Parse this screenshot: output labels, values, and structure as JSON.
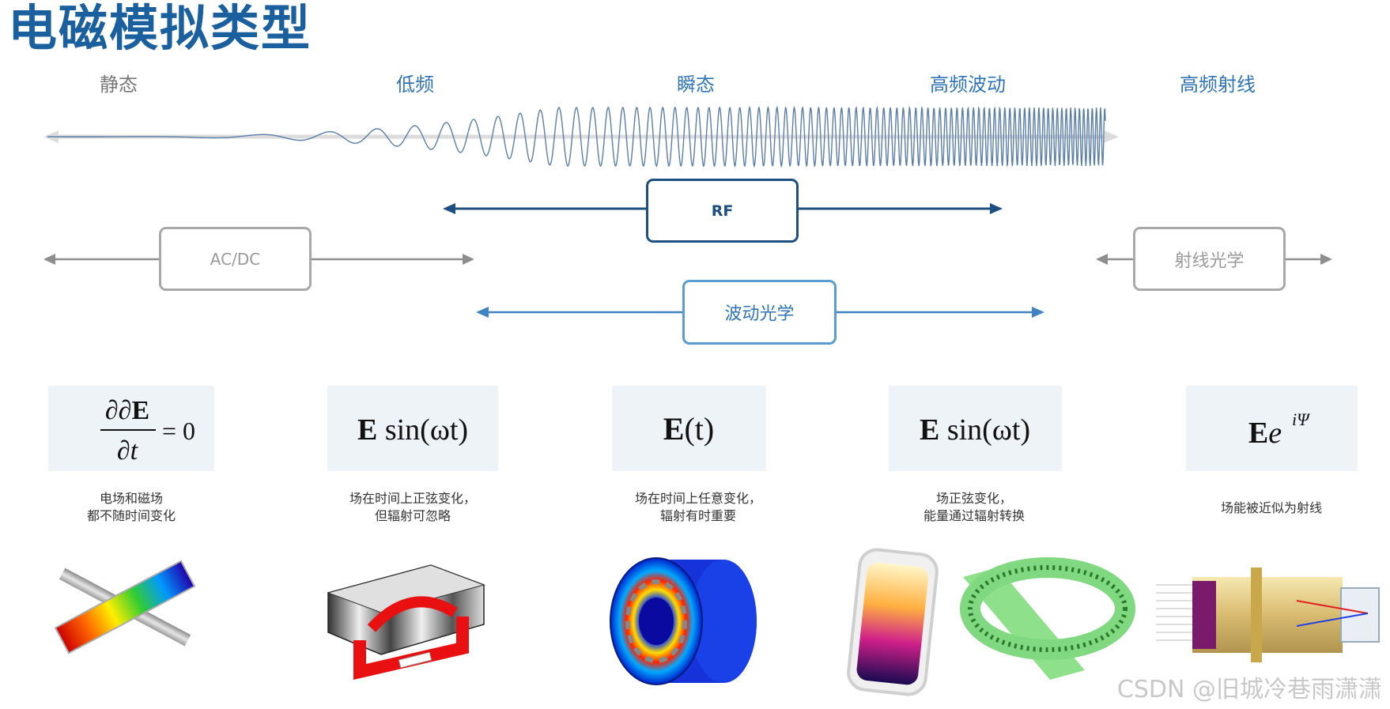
{
  "title": "电磁模拟类型",
  "regimes": [
    {
      "label": "静态",
      "color": "#777777"
    },
    {
      "label": "低频",
      "color": "#2f74b5"
    },
    {
      "label": "瞬态",
      "color": "#2f74b5"
    },
    {
      "label": "高频波动",
      "color": "#2f74b5"
    },
    {
      "label": "高频射线",
      "color": "#2f74b5"
    }
  ],
  "modules": {
    "rf": "RF",
    "acdc": "AC/DC",
    "ray_optics": "射线光学",
    "wave_optics": "波动光学"
  },
  "equations": [
    {
      "num": "∂E",
      "den": "∂t",
      "rhs": "= 0"
    },
    {
      "bold": "E",
      "rest": " sin(ωt)"
    },
    {
      "bold": "E",
      "rest": "(t)"
    },
    {
      "bold": "E",
      "rest": " sin(ωt)"
    },
    {
      "bold": "E",
      "base": "e",
      "sup": "iΨ"
    }
  ],
  "descriptions": [
    [
      "电场和磁场",
      "都不随时间变化"
    ],
    [
      "场在时间上正弦变化，",
      "但辐射可忽略"
    ],
    [
      "场在时间上任意变化，",
      "辐射有时重要"
    ],
    [
      "场正弦变化，",
      "能量通过辐射转换"
    ],
    [
      "场能被近似为射线"
    ]
  ],
  "watermark": "CSDN @旧城冷巷雨潇潇",
  "colors": {
    "title": "#1a5f9e",
    "rf_border": "#1d4f80",
    "wave_optics_border": "#5a9bd0",
    "gray_border": "#a8a8a8",
    "wave": "#5a7ea8"
  }
}
